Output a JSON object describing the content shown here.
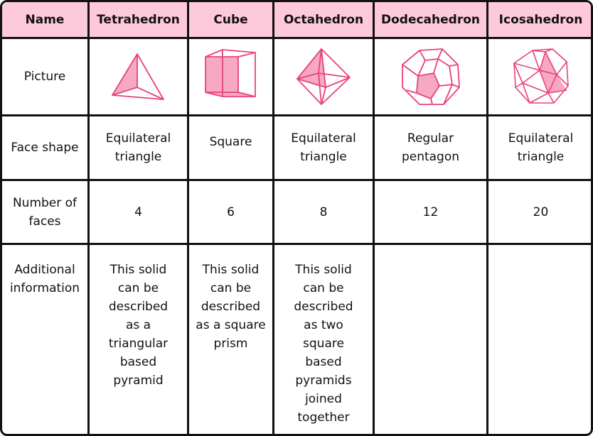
{
  "header": {
    "name": "Name",
    "tetrahedron": "Tetrahedron",
    "cube": "Cube",
    "octahedron": "Octahedron",
    "dodecahedron": "Dodecahedron",
    "icosahedron": "Icosahedron"
  },
  "rows": {
    "picture": {
      "label": "Picture"
    },
    "face_shape": {
      "label": "Face shape",
      "tetrahedron": "Equilateral\ntriangle",
      "cube": "Square",
      "octahedron": "Equilateral\ntriangle",
      "dodecahedron": "Regular\npentagon",
      "icosahedron": "Equilateral\ntriangle"
    },
    "faces": {
      "label": "Number of\nfaces",
      "tetrahedron": "4",
      "cube": "6",
      "octahedron": "8",
      "dodecahedron": "12",
      "icosahedron": "20"
    },
    "additional": {
      "label": "Additional\ninformation",
      "tetrahedron": "This solid\ncan be\ndescribed\nas a\ntriangular\nbased\npyramid",
      "cube": "This solid\ncan be\ndescribed\nas a square\nprism",
      "octahedron": "This solid\ncan be\ndescribed\nas two\nsquare\nbased\npyramids\njoined\ntogether",
      "dodecahedron": "",
      "icosahedron": ""
    }
  },
  "colors": {
    "header_bg": "#ffc9dc",
    "accent": "#e8417a",
    "fill": "#f7a8c4",
    "border": "#111111"
  },
  "icons": [
    "tetrahedron-icon",
    "cube-icon",
    "octahedron-icon",
    "dodecahedron-icon",
    "icosahedron-icon"
  ]
}
